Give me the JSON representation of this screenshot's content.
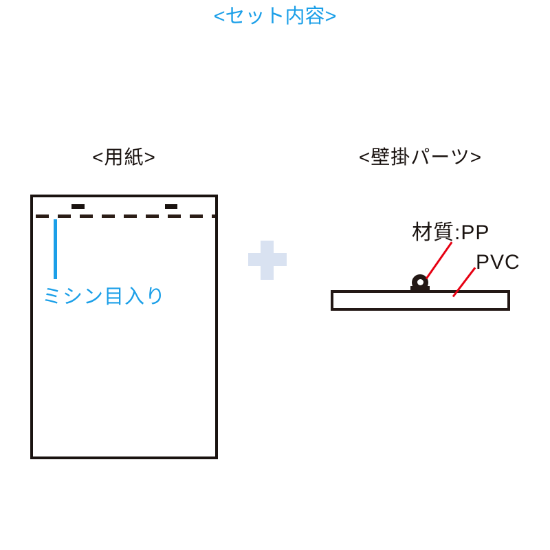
{
  "title": {
    "text": "<セット内容>"
  },
  "paper_section": {
    "heading": "<用紙>",
    "perforation_label": "ミシン目入り"
  },
  "plus_divider": {
    "icon": "plus-icon"
  },
  "wall_mount_section": {
    "heading": "<壁掛パーツ>",
    "hook_material_label": "材質:PP",
    "bar_material_label": "PVC"
  },
  "colors": {
    "accent_blue": "#1b9fe8",
    "leader_red": "#e60012",
    "outline_dark": "#231815",
    "plus_fill": "#d9e2f1"
  }
}
